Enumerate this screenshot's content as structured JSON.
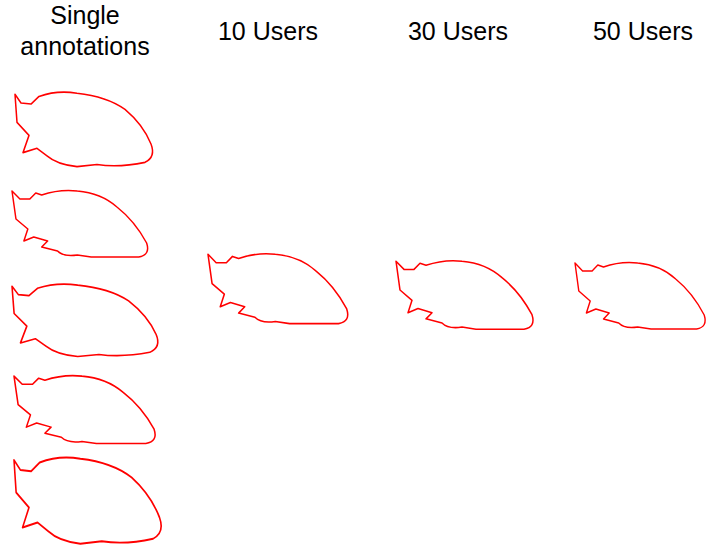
{
  "diagram": {
    "labels": [
      "Single annotations",
      "10 Users",
      "30 Users",
      "50 Users"
    ]
  }
}
